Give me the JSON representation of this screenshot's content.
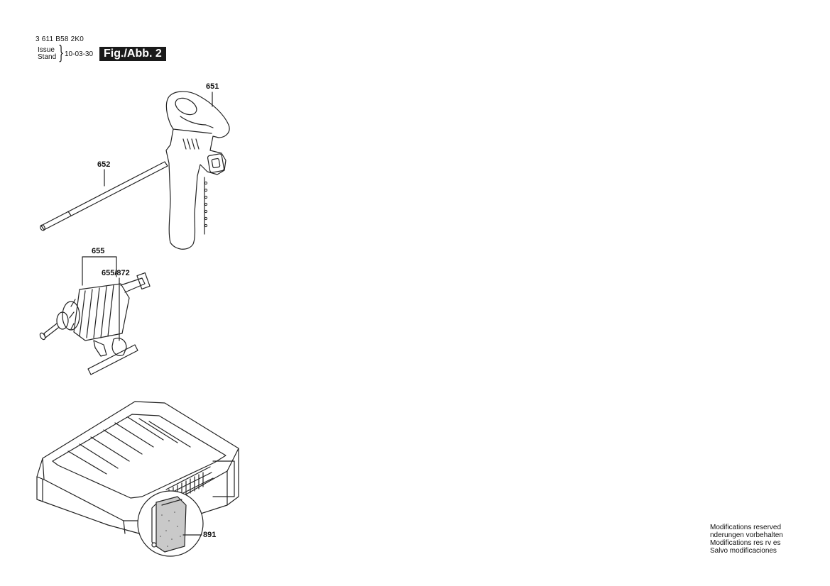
{
  "header": {
    "doc_number": "3 611 B58 2K0",
    "issue_label": "Issue",
    "stand_label": "Stand",
    "issue_date": "10-03-30",
    "figure_label": "Fig./Abb. 2"
  },
  "parts": {
    "p651": "651",
    "p652": "652",
    "p655": "655",
    "p655_872": "655/872",
    "p891": "891"
  },
  "footer": {
    "line1": "Modifications reserved",
    "line2": " nderungen vorbehalten",
    "line3": "Modifications res rv es",
    "line4": "Salvo modificaciones"
  }
}
